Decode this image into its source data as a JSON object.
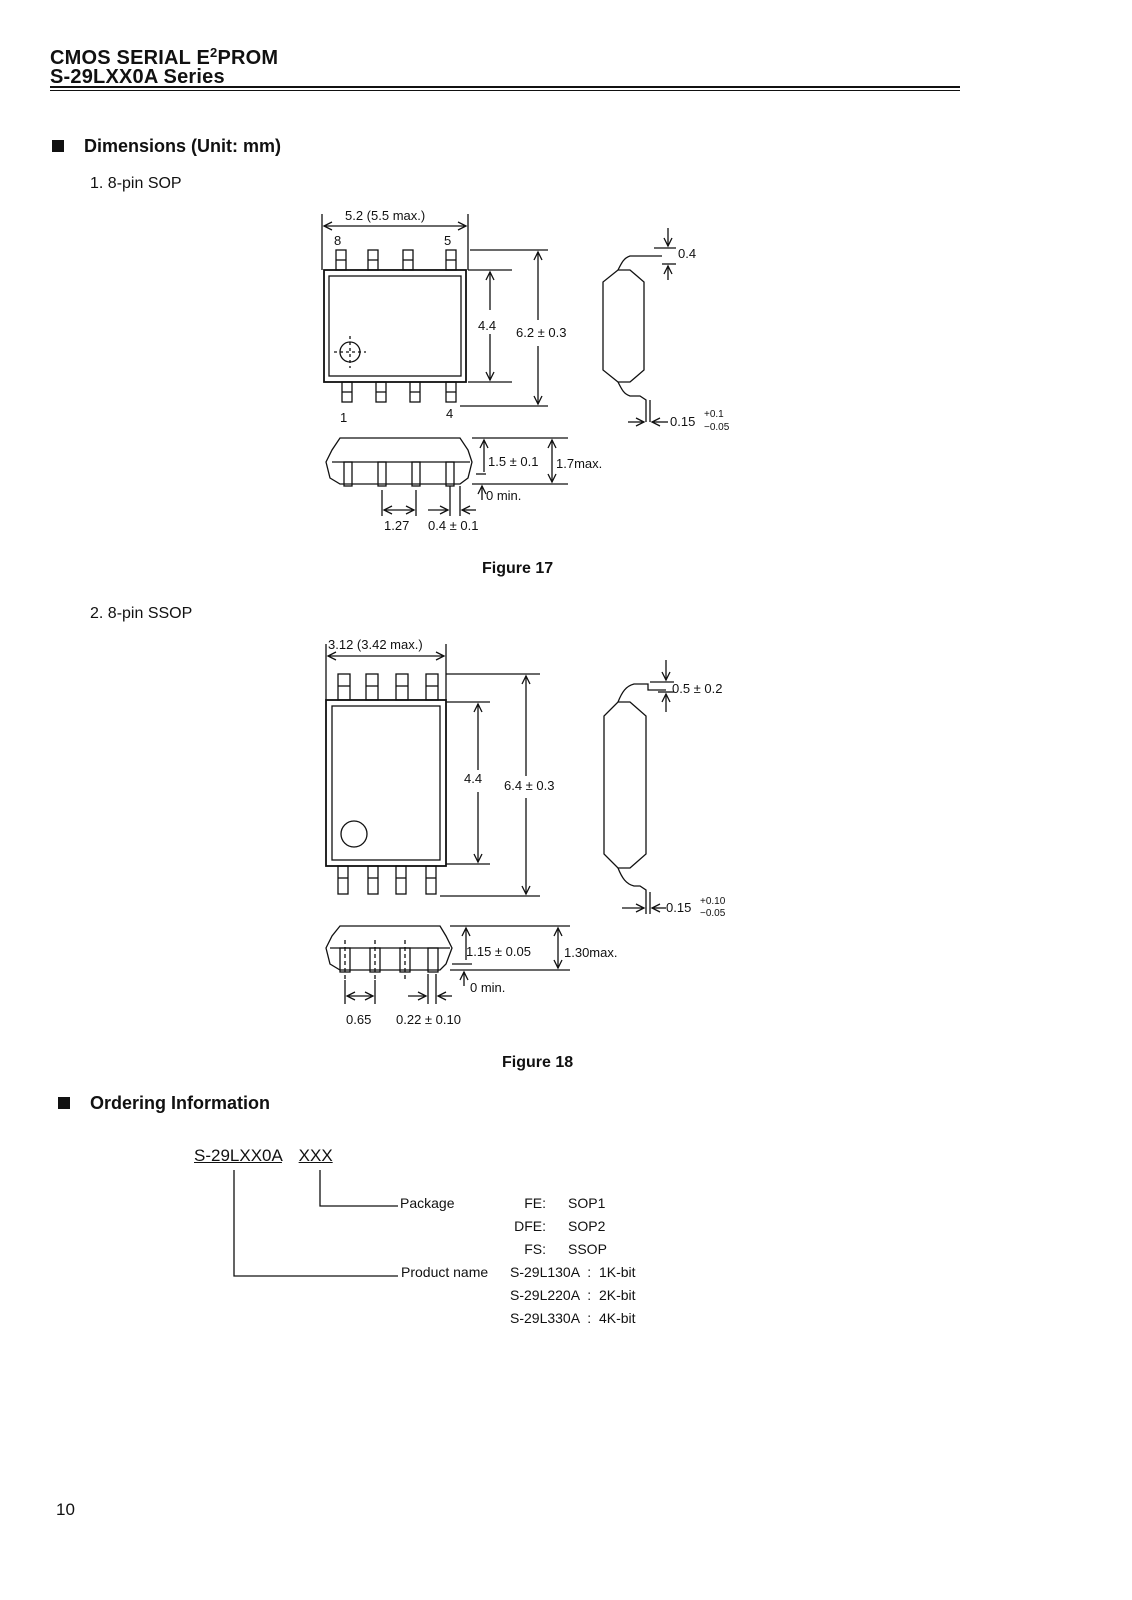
{
  "header": {
    "line1_a": "CMOS SERIAL E",
    "line1_sup": "2",
    "line1_b": "PROM",
    "line2": "S-29LXX0A Series"
  },
  "dimensions": {
    "title": "Dimensions (Unit: mm)",
    "sop": {
      "label": "1.  8-pin SOP",
      "width": "5.2 (5.5 max.)",
      "pin8": "8",
      "pin5": "5",
      "pin1": "1",
      "pin4": "4",
      "body_h": "4.4",
      "total_h": "6.2 ± 0.3",
      "lead_t": "0.4",
      "lead_w": "0.15",
      "lead_w_plus": "+0.1",
      "lead_w_minus": "−0.05",
      "thick": "1.5 ± 0.1",
      "max_h": "1.7max.",
      "standoff": "0 min.",
      "pitch": "1.27",
      "lead_width": "0.4 ± 0.1",
      "figure": "Figure 17"
    },
    "ssop": {
      "label": "2.  8-pin SSOP",
      "width": "3.12 (3.42 max.)",
      "body_h": "4.4",
      "total_h": "6.4 ± 0.3",
      "lead_t": "0.5 ± 0.2",
      "lead_w": "0.15",
      "lead_w_plus": "+0.10",
      "lead_w_minus": "−0.05",
      "thick": "1.15 ± 0.05",
      "max_h": "1.30max.",
      "standoff": "0 min.",
      "pitch": "0.65",
      "lead_width": "0.22 ± 0.10",
      "figure": "Figure 18"
    }
  },
  "ordering": {
    "title": "Ordering Information",
    "code_a": "S-29LXX0A",
    "code_b": "XXX",
    "package_label": "Package",
    "product_label": "Product name",
    "packages": [
      {
        "code": "FE:",
        "name": "SOP1"
      },
      {
        "code": "DFE:",
        "name": "SOP2"
      },
      {
        "code": "FS:",
        "name": "SSOP"
      }
    ],
    "products": [
      {
        "name": "S-29L130A",
        "sep": ":",
        "size": "1K-bit"
      },
      {
        "name": "S-29L220A",
        "sep": ":",
        "size": "2K-bit"
      },
      {
        "name": "S-29L330A",
        "sep": ":",
        "size": "4K-bit"
      }
    ]
  },
  "page_number": "10"
}
